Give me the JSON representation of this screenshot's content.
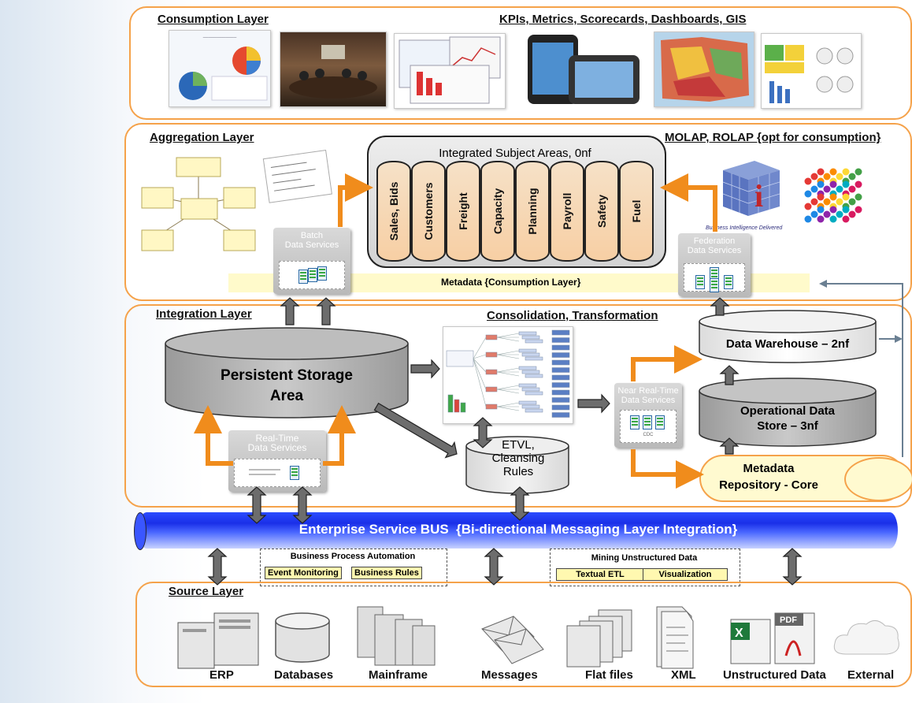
{
  "consumption": {
    "title": "Consumption Layer",
    "heading": "KPIs, Metrics, Scorecards, Dashboards, GIS"
  },
  "aggregation": {
    "title": "Aggregation Layer",
    "heading": "MOLAP, ROLAP {opt for consumption}",
    "subject_areas_title": "Integrated Subject Areas, 0nf",
    "subject_areas": [
      "Sales, Bids",
      "Customers",
      "Freight",
      "Capacity",
      "Planning",
      "Payroll",
      "Safety",
      "Fuel"
    ],
    "batch_services": "Batch\nData Services",
    "federation_services": "Federation\nData Services",
    "metadata_bar": "Metadata {Consumption Layer}",
    "bi_caption": "Business Intelligence Delivered"
  },
  "integration": {
    "title": "Integration Layer",
    "heading": "Consolidation, Transformation",
    "persistent_storage": "Persistent Storage\nArea",
    "realtime_services": "Real-Time\nData Services",
    "etvl": "ETVL,\nCleansing\nRules",
    "near_realtime_services": "Near Real-Time\nData Services",
    "cdc": "CDC",
    "data_warehouse": "Data Warehouse – 2nf",
    "ods": "Operational Data\nStore – 3nf",
    "metadata_repo": "Metadata\nRepository - Core"
  },
  "bus": {
    "label": "Enterprise Service BUS  {Bi-directional Messaging Layer Integration}"
  },
  "bpa": {
    "title": "Business Process Automation",
    "items": [
      "Event Monitoring",
      "Business Rules"
    ]
  },
  "mud": {
    "title": "Mining Unstructured Data",
    "items": [
      "Textual ETL",
      "Visualization"
    ]
  },
  "source": {
    "title": "Source Layer",
    "items": [
      "ERP",
      "Databases",
      "Mainframe",
      "Messages",
      "Flat files",
      "XML",
      "Unstructured Data",
      "External"
    ]
  },
  "colors": {
    "orange": "#f5a24a",
    "bus_blue": "#1f3cf0",
    "pill_fill": "#f7cfa4",
    "gray_cyl": "#bdbdbd"
  }
}
